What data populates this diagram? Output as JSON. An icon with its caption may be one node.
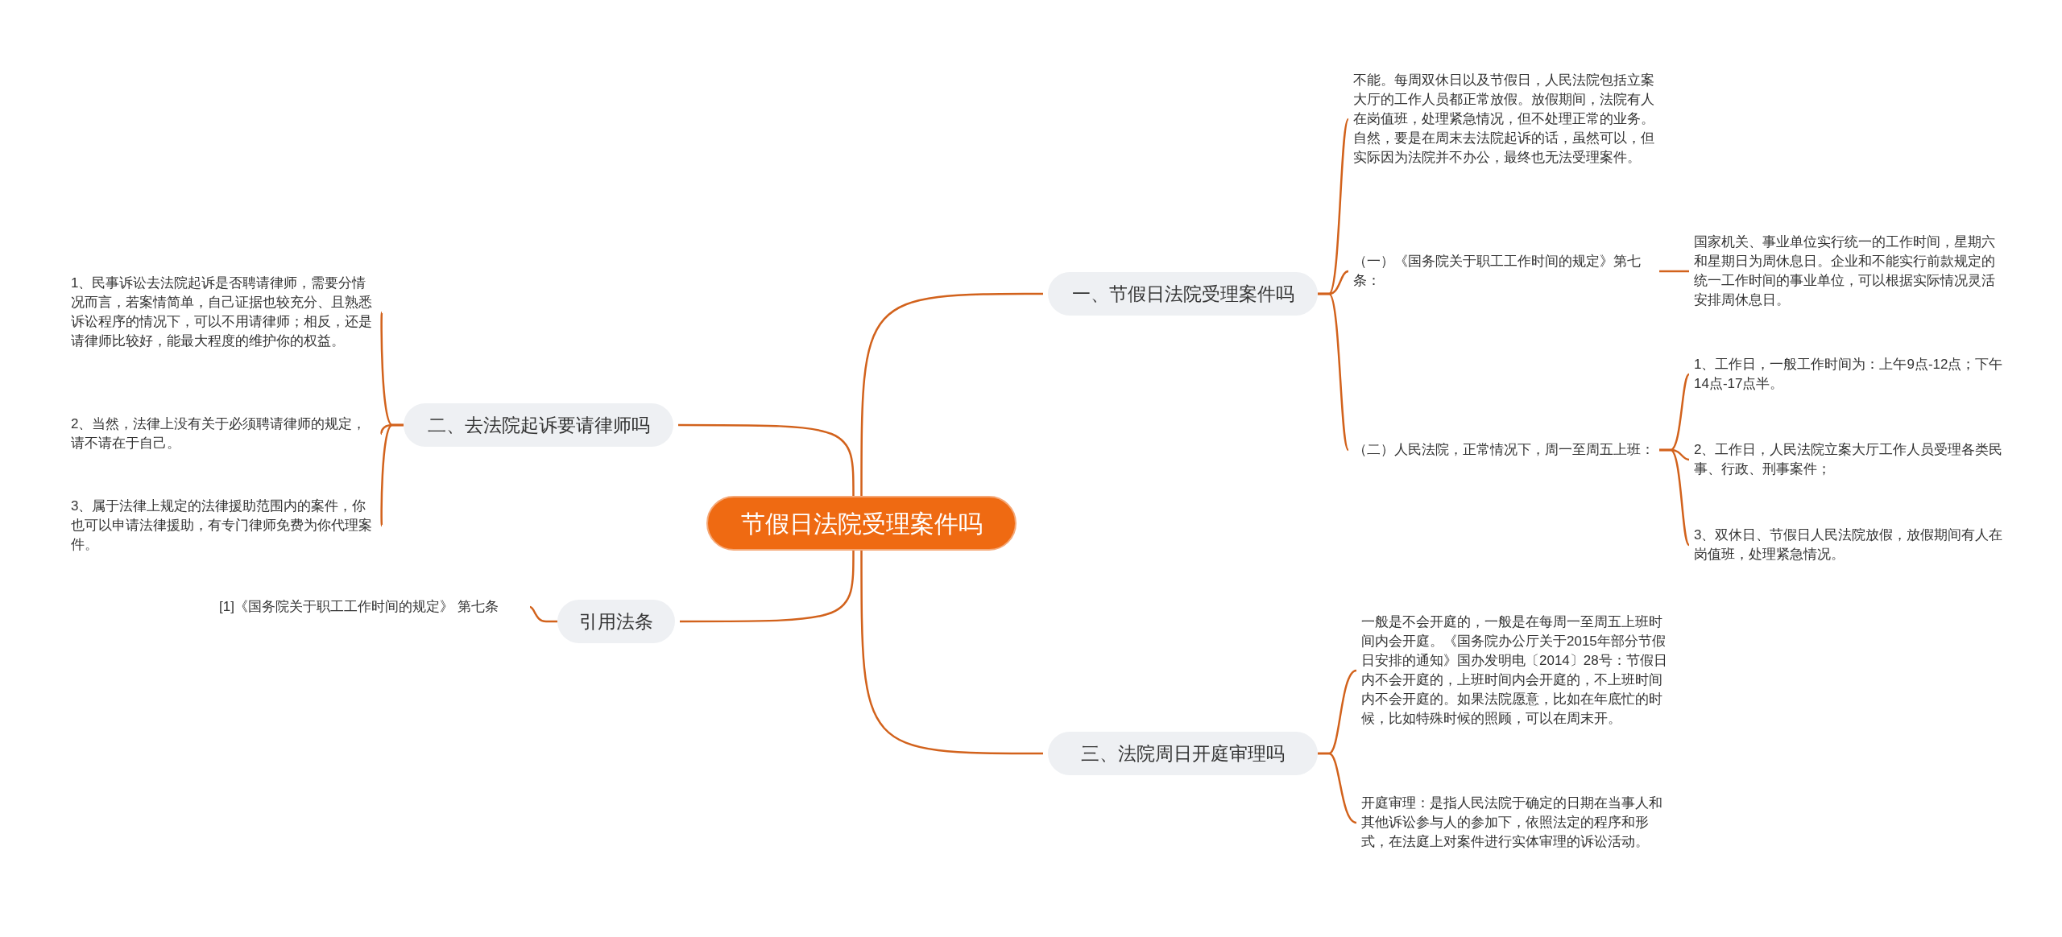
{
  "diagram": {
    "nodes": [
      {
        "text": [
          "节假日法院受理案件吗"
        ]
      },
      {
        "text": [
          "一、节假日法院受理案件吗"
        ]
      },
      {
        "text": [
          "不能。每周双休日以及节假日，人民法院包括立案大厅的工作人员都正常放假。放假期间，法院有人在岗值班，处理紧急情况，但不处理正常的业务。自然，要是在周末去法院起诉的话，虽然可以，但实际因为法院并不办公，最终也无法受理案件。"
        ]
      },
      {
        "text": [
          "（一）《国务院关于职工工作时间的规定》第七条："
        ]
      },
      {
        "text": [
          "国家机关、事业单位实行统一的工作时间，星期六和星期日为周休息日。企业和不能实行前款规定的统一工作时间的事业单位，可以根据实际情况灵活安排周休息日。"
        ]
      },
      {
        "text": [
          "（二）人民法院，正常情况下，周一至周五上班："
        ]
      },
      {
        "text": [
          "1、工作日，一般工作时间为：上午9点-12点；下午14点-17点半。"
        ]
      },
      {
        "text": [
          "2、工作日，人民法院立案大厅工作人员受理各类民事、行政、刑事案件；"
        ]
      },
      {
        "text": [
          "3、双休日、节假日人民法院放假，放假期间有人在岗值班，处理紧急情况。"
        ]
      },
      {
        "text": [
          "二、去法院起诉要请律师吗"
        ]
      },
      {
        "text": [
          "1、民事诉讼去法院起诉是否聘请律师，需要分情况而言，若案情简单，自己证据也较充分、且熟悉诉讼程序的情况下，可以不用请律师；相反，还是请律师比较好，能最大程度的维护你的权益。"
        ]
      },
      {
        "text": [
          "2、当然，法律上没有关于必须聘请律师的规定，请不请在于自己。"
        ]
      },
      {
        "text": [
          "3、属于法律上规定的法律援助范围内的案件，你也可以申请法律援助，有专门律师免费为你代理案件。"
        ]
      },
      {
        "text": [
          "引用法条"
        ]
      },
      {
        "text": [
          "[1]《国务院关于职工工作时间的规定》 第七条"
        ]
      },
      {
        "text": [
          "三、法院周日开庭审理吗"
        ]
      },
      {
        "text": [
          "一般是不会开庭的，一般是在每周一至周五上班时间内会开庭。《国务院办公厅关于2015年部分节假日安排的通知》国办发明电〔2014〕28号：节假日内不会开庭的，上班时间内会开庭的，不上班时间内不会开庭的。如果法院愿意，比如在年底忙的时候，比如特殊时候的照顾，可以在周末开。"
        ]
      },
      {
        "text": [
          "开庭审理：是指人民法院于确定的日期在当事人和其他诉讼参与人的参加下，依照法定的程序和形式，在法庭上对案件进行实体审理的诉讼活动。"
        ]
      }
    ],
    "edges": [
      {
        "from": 0,
        "to": 1,
        "arrow": "none"
      },
      {
        "from": 1,
        "to": 2,
        "arrow": "none"
      },
      {
        "from": 1,
        "to": 3,
        "arrow": "none"
      },
      {
        "from": 3,
        "to": 4,
        "arrow": "none"
      },
      {
        "from": 1,
        "to": 5,
        "arrow": "none"
      },
      {
        "from": 5,
        "to": 6,
        "arrow": "none"
      },
      {
        "from": 5,
        "to": 7,
        "arrow": "none"
      },
      {
        "from": 5,
        "to": 8,
        "arrow": "none"
      },
      {
        "from": 0,
        "to": 9,
        "arrow": "none"
      },
      {
        "from": 9,
        "to": 10,
        "arrow": "none"
      },
      {
        "from": 9,
        "to": 11,
        "arrow": "none"
      },
      {
        "from": 9,
        "to": 12,
        "arrow": "none"
      },
      {
        "from": 0,
        "to": 13,
        "arrow": "none"
      },
      {
        "from": 13,
        "to": 14,
        "arrow": "none"
      },
      {
        "from": 0,
        "to": 15,
        "arrow": "none"
      },
      {
        "from": 15,
        "to": 16,
        "arrow": "none"
      },
      {
        "from": 15,
        "to": 17,
        "arrow": "none"
      }
    ]
  }
}
